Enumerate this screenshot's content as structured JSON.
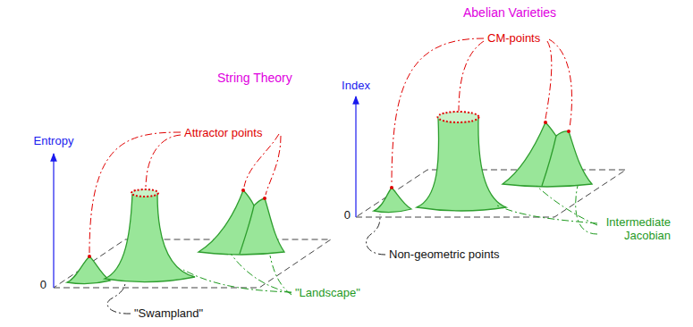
{
  "diagram": {
    "labels": [
      "Abelian Varieties",
      "CM-points",
      "Index",
      "String Theory",
      "Attractor points",
      "Entropy",
      "Intermediate Jacobian",
      "0",
      "Non-geometric points",
      "0",
      "\"Landscape\"",
      "\"Swampland\""
    ]
  }
}
